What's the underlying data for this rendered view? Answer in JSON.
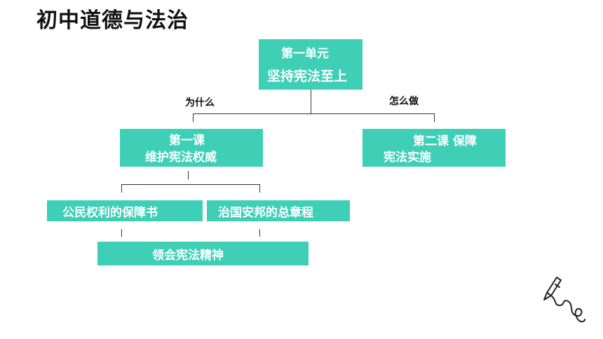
{
  "title": "初中道德与法治",
  "unit": {
    "line1": "第一单元",
    "line2": "坚持宪法至上"
  },
  "labels": {
    "why": "为什么",
    "how": "怎么做"
  },
  "lesson1": {
    "line1": "第一课",
    "line2": "维护宪法权威"
  },
  "lesson2": {
    "line1": "第二课 保障",
    "line2": "宪法实施"
  },
  "topics": {
    "t1": "公民权利的保障书",
    "t2": "治国安邦的总章程",
    "t3": "领会宪法精神"
  },
  "colors": {
    "box": "#3ecfb6",
    "text": "#ffffff"
  },
  "icons": [
    "pen-icon"
  ]
}
